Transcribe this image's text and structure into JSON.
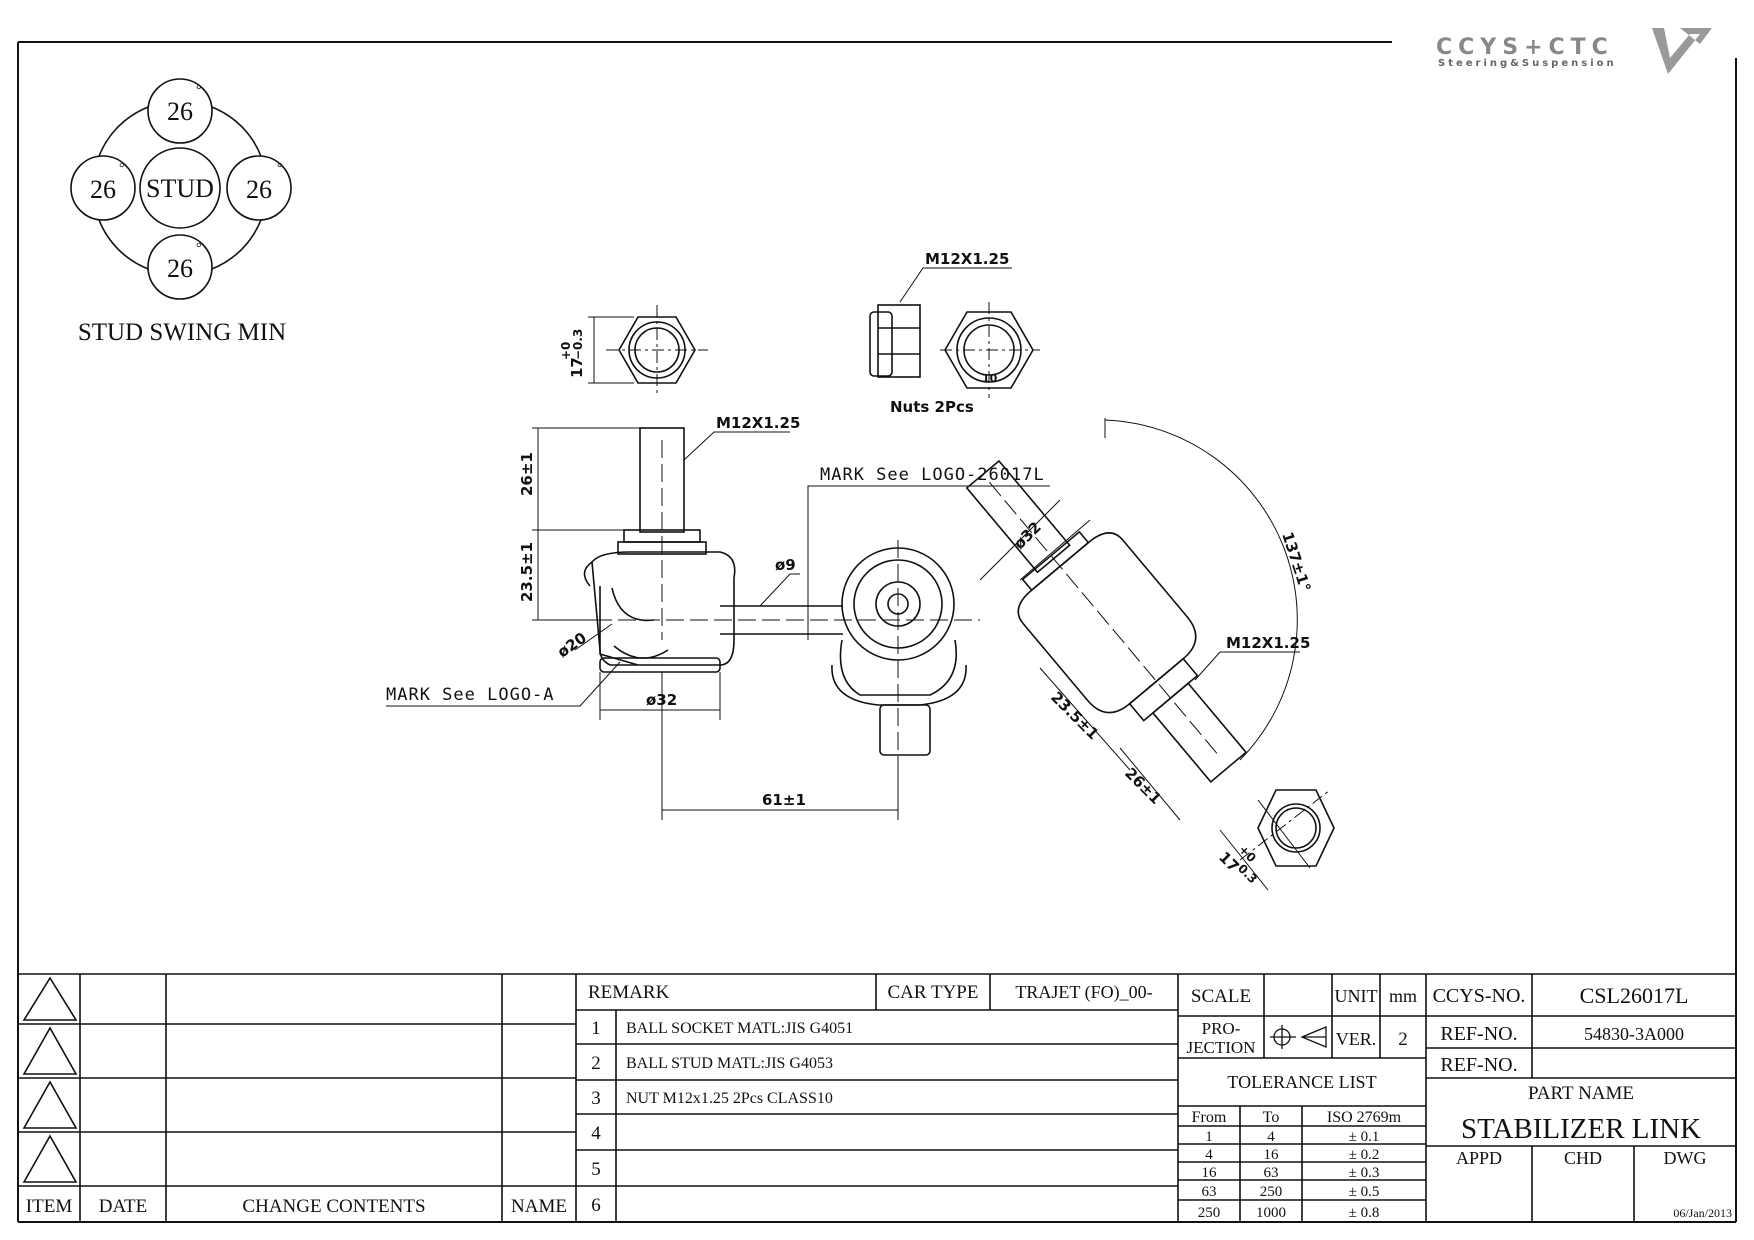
{
  "logo": {
    "brand": "CCYS+CTC",
    "tagline": "Steering&Suspension"
  },
  "stud_swing": {
    "center_label": "STUD",
    "angles": [
      "26",
      "26",
      "26",
      "26"
    ],
    "degree_mark": "°",
    "caption": "STUD SWING MIN"
  },
  "drawing": {
    "nut_callout": "M12X1.25",
    "nut_qty": "Nuts 2Pcs",
    "nut_small": "10",
    "hex_dim_left": "17",
    "hex_tol_upper": "+0",
    "hex_tol_lower": "−0.3",
    "thread_left": "M12X1.25",
    "thread_right": "M12X1.25",
    "mark_logo_main": "MARK See LOGO-26017L",
    "mark_logo_a": "MARK See LOGO-A",
    "stud_len_left": "26±1",
    "height_left": "23.5±1",
    "dia_9": "ø9",
    "dia_20": "ø20",
    "dia_32_left": "ø32",
    "dia_32_right": "ø32",
    "length_61": "61±1",
    "arc_137": "137±1°",
    "height_right": "23.5±1",
    "stud_len_right": "26±1",
    "hex_dim_right": "17",
    "hex_tol_upper_r": "+0",
    "hex_tol_lower_r": "−0.3"
  },
  "revision_table": {
    "rows": [
      "",
      "",
      "",
      ""
    ],
    "headers": {
      "item": "ITEM",
      "date": "DATE",
      "change": "CHANGE CONTENTS",
      "name": "NAME"
    }
  },
  "remark_table": {
    "title": "REMARK",
    "car_type_label": "CAR TYPE",
    "car_type_value": "TRAJET (FO)_00-",
    "rows": [
      {
        "no": "1",
        "text": "BALL SOCKET MATL:JIS G4051"
      },
      {
        "no": "2",
        "text": "BALL STUD MATL:JIS G4053"
      },
      {
        "no": "3",
        "text": "NUT M12x1.25 2Pcs CLASS10"
      },
      {
        "no": "4",
        "text": ""
      },
      {
        "no": "5",
        "text": ""
      },
      {
        "no": "6",
        "text": ""
      }
    ]
  },
  "spec_table": {
    "scale_label": "SCALE",
    "unit_label": "UNIT",
    "unit_value": "mm",
    "projection_line1": "PRO-",
    "projection_line2": "JECTION",
    "ver_label": "VER.",
    "ver_value": "2",
    "tolerance_title": "TOLERANCE LIST",
    "tol_headers": [
      "From",
      "To",
      "ISO 2769m"
    ],
    "tolerances": [
      {
        "from": "1",
        "to": "4",
        "tol": "± 0.1"
      },
      {
        "from": "4",
        "to": "16",
        "tol": "± 0.2"
      },
      {
        "from": "16",
        "to": "63",
        "tol": "± 0.3"
      },
      {
        "from": "63",
        "to": "250",
        "tol": "± 0.5"
      },
      {
        "from": "250",
        "to": "1000",
        "tol": "± 0.8"
      }
    ]
  },
  "title_block": {
    "ccys_no_label": "CCYS-NO.",
    "ccys_no_value": "CSL26017L",
    "ref_no_label": "REF-NO.",
    "ref_no_value": "54830-3A000",
    "ref_no2_label": "REF-NO.",
    "ref_no2_value": "",
    "part_name_label": "PART NAME",
    "part_name_value": "STABILIZER LINK",
    "appd": "APPD",
    "chd": "CHD",
    "dwg": "DWG",
    "date": "06/Jan/2013"
  }
}
